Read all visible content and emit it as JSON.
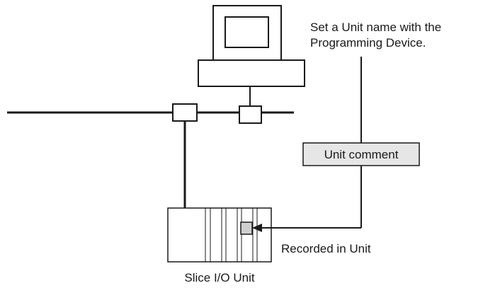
{
  "annotations": {
    "programming_note_line1": "Set a Unit name with the",
    "programming_note_line2": "Programming Device.",
    "unit_comment": "Unit comment",
    "recorded": "Recorded in Unit",
    "slice_unit": "Slice I/O Unit"
  },
  "colors": {
    "stroke": "#1a1a1a",
    "comment_box_fill": "#e6e6e6",
    "memory_block_fill": "#cfcfcf",
    "background": "#ffffff"
  }
}
